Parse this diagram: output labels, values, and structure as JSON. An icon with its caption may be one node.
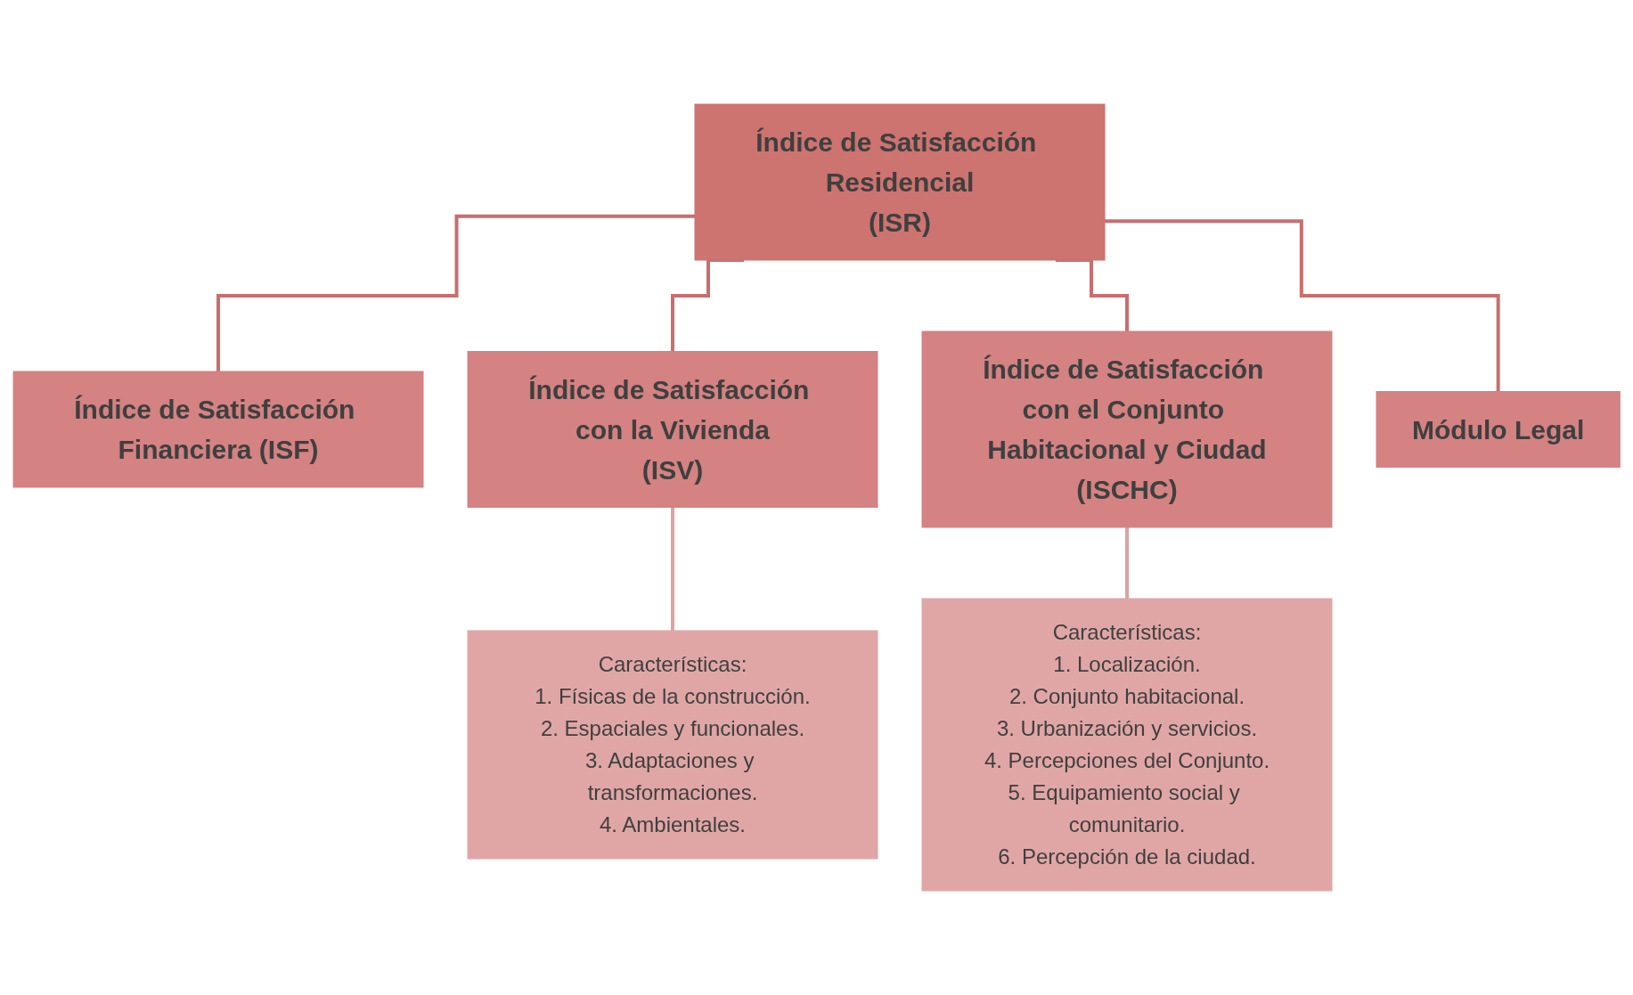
{
  "diagram": {
    "nodes": [
      {
        "text": [
          "Índice de Satisfacción Residencial",
          "(ISR)"
        ]
      },
      {
        "text": [
          "Índice de Satisfacción Financiera (ISF)"
        ]
      },
      {
        "text": [
          "Índice de Satisfacción con la Vivienda",
          "(ISV)"
        ]
      },
      {
        "text": [
          "Índice de Satisfacción con el Conjunto Habitacional y Ciudad",
          "(ISCHC)"
        ]
      },
      {
        "text": [
          "Módulo Legal"
        ]
      },
      {
        "text": [
          "Características:",
          "1. Físicas de la construcción.",
          "2. Espaciales y funcionales.",
          "3. Adaptaciones y transformaciones.",
          "4. Ambientales."
        ]
      },
      {
        "text": [
          "Características:",
          "1. Localización.",
          "2. Conjunto habitacional.",
          "3. Urbanización y servicios.",
          "4. Percepciones del Conjunto.",
          "5. Equipamiento social y comunitario.",
          "6. Percepción de la ciudad."
        ]
      }
    ],
    "edges": [
      {
        "from": 0,
        "to": 1,
        "arrow": "none"
      },
      {
        "from": 0,
        "to": 2,
        "arrow": "none"
      },
      {
        "from": 0,
        "to": 3,
        "arrow": "none"
      },
      {
        "from": 0,
        "to": 4,
        "arrow": "none"
      },
      {
        "from": 2,
        "to": 5,
        "arrow": "none",
        "color": "#dba3a3"
      },
      {
        "from": 3,
        "to": 6,
        "arrow": "none",
        "color": "#dba3a3"
      }
    ]
  }
}
